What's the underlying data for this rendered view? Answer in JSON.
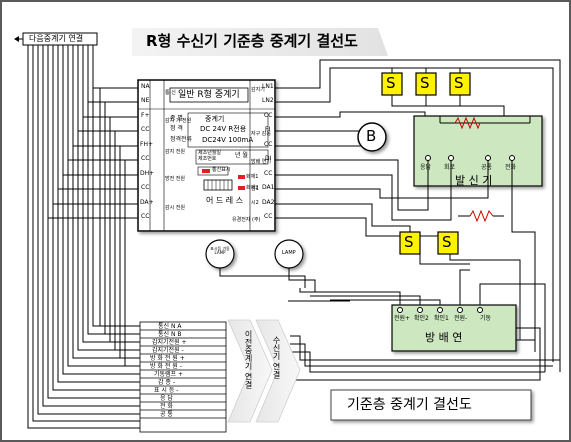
{
  "title": "R형 수신기 기준층 중계기 결선도",
  "caption": "기준층 중계기 결선도",
  "to_other_relay": "다음중계기 연결",
  "to_receiver_vertical": "수신기 연결",
  "to_prev_relay_vertical": "이전중계기 연결",
  "relay": {
    "title": "일반 R형 중계기",
    "spec_label_kind": "종 별",
    "spec_kind": "중계기",
    "spec_voltage": "DC 24V R전용",
    "spec_current": "DC24V 100mA",
    "spec_voltage_label": "정 격",
    "spec_current_label": "정격전류",
    "model_label": "제조년월일",
    "lot_label": "제조번호",
    "model_value": "년 월",
    "led_labels": [
      "통신표시",
      "화재1",
      "화재2"
    ],
    "address_label": "어 드 레 스",
    "maker": "유경전자 (주)",
    "left_terminals": [
      "NA",
      "NE",
      "F+",
      "CC",
      "FH+",
      "CC",
      "DH+",
      "CC",
      "DA+",
      "CC"
    ],
    "left_groups": [
      "통 신",
      "감지 기 전원",
      "감지 전원",
      "방전 전원",
      "감시 전원"
    ],
    "right_terminals": [
      "LN1",
      "LN2",
      "CC",
      "FI",
      "CC",
      "DI",
      "CC",
      "DA1",
      "DA2",
      "CC"
    ],
    "right_groups": [
      "감지기",
      "자구 감응",
      "방배 연기",
      "감1",
      "시2"
    ]
  },
  "bell_label": "B",
  "buzzer_label": "S",
  "lamp_left": "표시등 기동 LAMP",
  "lamp_right": "LAMP",
  "transmitter": {
    "title": "발 신 기",
    "terminals": [
      "응답",
      "회로",
      "공통",
      "전화"
    ]
  },
  "smoke_vent": {
    "title": "방 배 연",
    "terminals": [
      "전원+",
      "확인2",
      "확인1",
      "전원-",
      "기동"
    ]
  },
  "cable_labels": [
    "통신 N A",
    "통신 N B",
    "감지기전원 +",
    "감지기전원 -",
    "방 화 전 원 +",
    "방 화 전 원 -",
    "기동램프 +",
    "감 종 -",
    "표 시 등 -",
    "응 답",
    "전 화",
    "공 통"
  ]
}
